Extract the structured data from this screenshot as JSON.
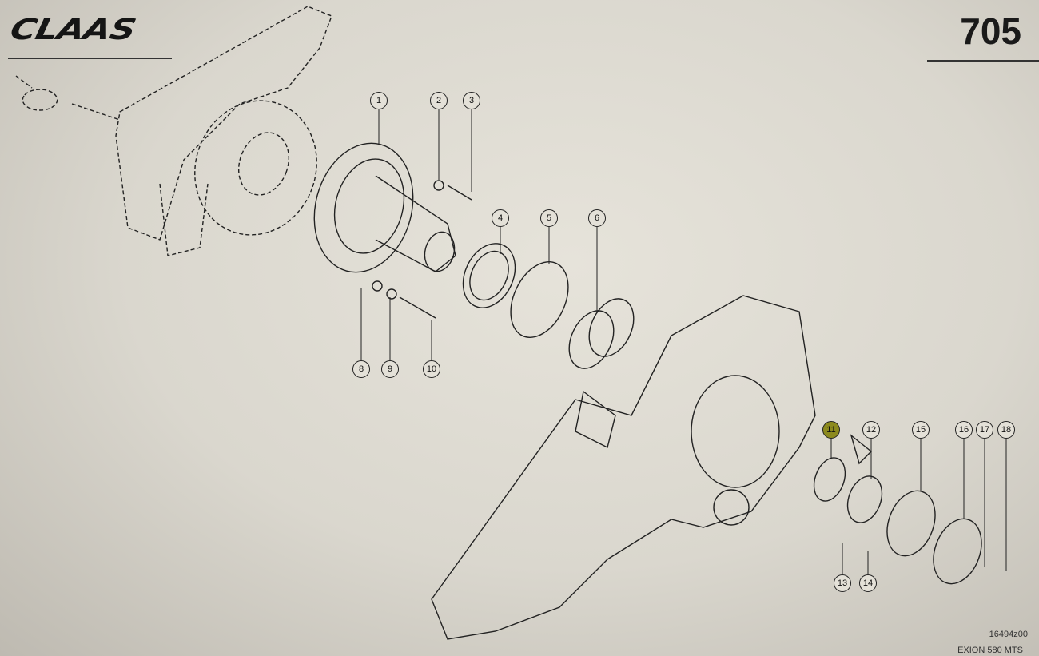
{
  "header": {
    "brand": "CLAAS",
    "page_number": "705"
  },
  "callouts": [
    "1",
    "2",
    "3",
    "4",
    "5",
    "6",
    "8",
    "9",
    "10",
    "11",
    "12",
    "13",
    "14",
    "15",
    "16",
    "17",
    "18"
  ],
  "highlighted_callout": "11",
  "footer": {
    "drawing_ref": "16494z00",
    "model": "EXION 580 MTS"
  },
  "colors": {
    "line": "#222222",
    "highlight": "#8c8a1e",
    "background": "#dad7ce"
  }
}
